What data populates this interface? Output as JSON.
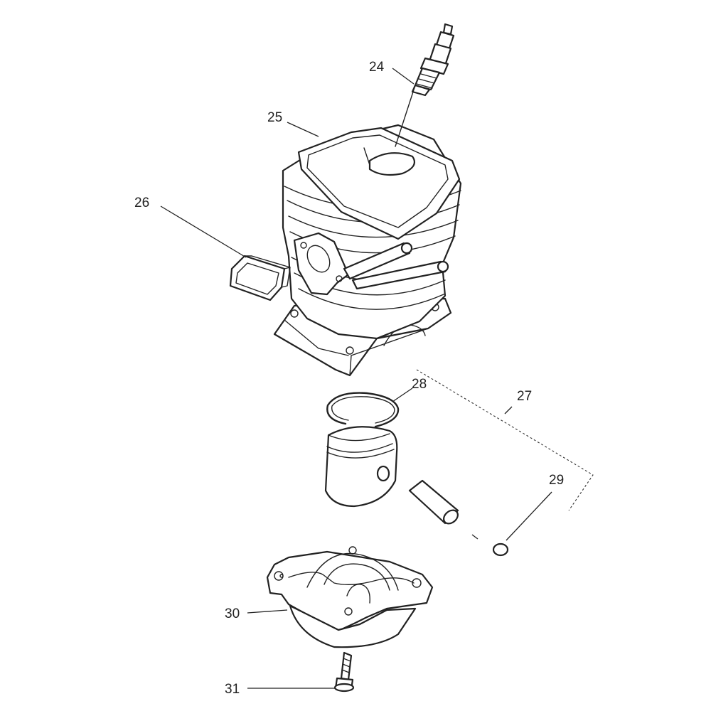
{
  "parts": [
    {
      "id": "24",
      "label": "24",
      "name": "spark-plug"
    },
    {
      "id": "25",
      "label": "25",
      "name": "cylinder"
    },
    {
      "id": "26",
      "label": "26",
      "name": "intake-gasket"
    },
    {
      "id": "27",
      "label": "27",
      "name": "piston-kit"
    },
    {
      "id": "28",
      "label": "28",
      "name": "piston-ring"
    },
    {
      "id": "29",
      "label": "29",
      "name": "circlip"
    },
    {
      "id": "30",
      "label": "30",
      "name": "crankcase-lower-half"
    },
    {
      "id": "31",
      "label": "31",
      "name": "screw"
    }
  ]
}
